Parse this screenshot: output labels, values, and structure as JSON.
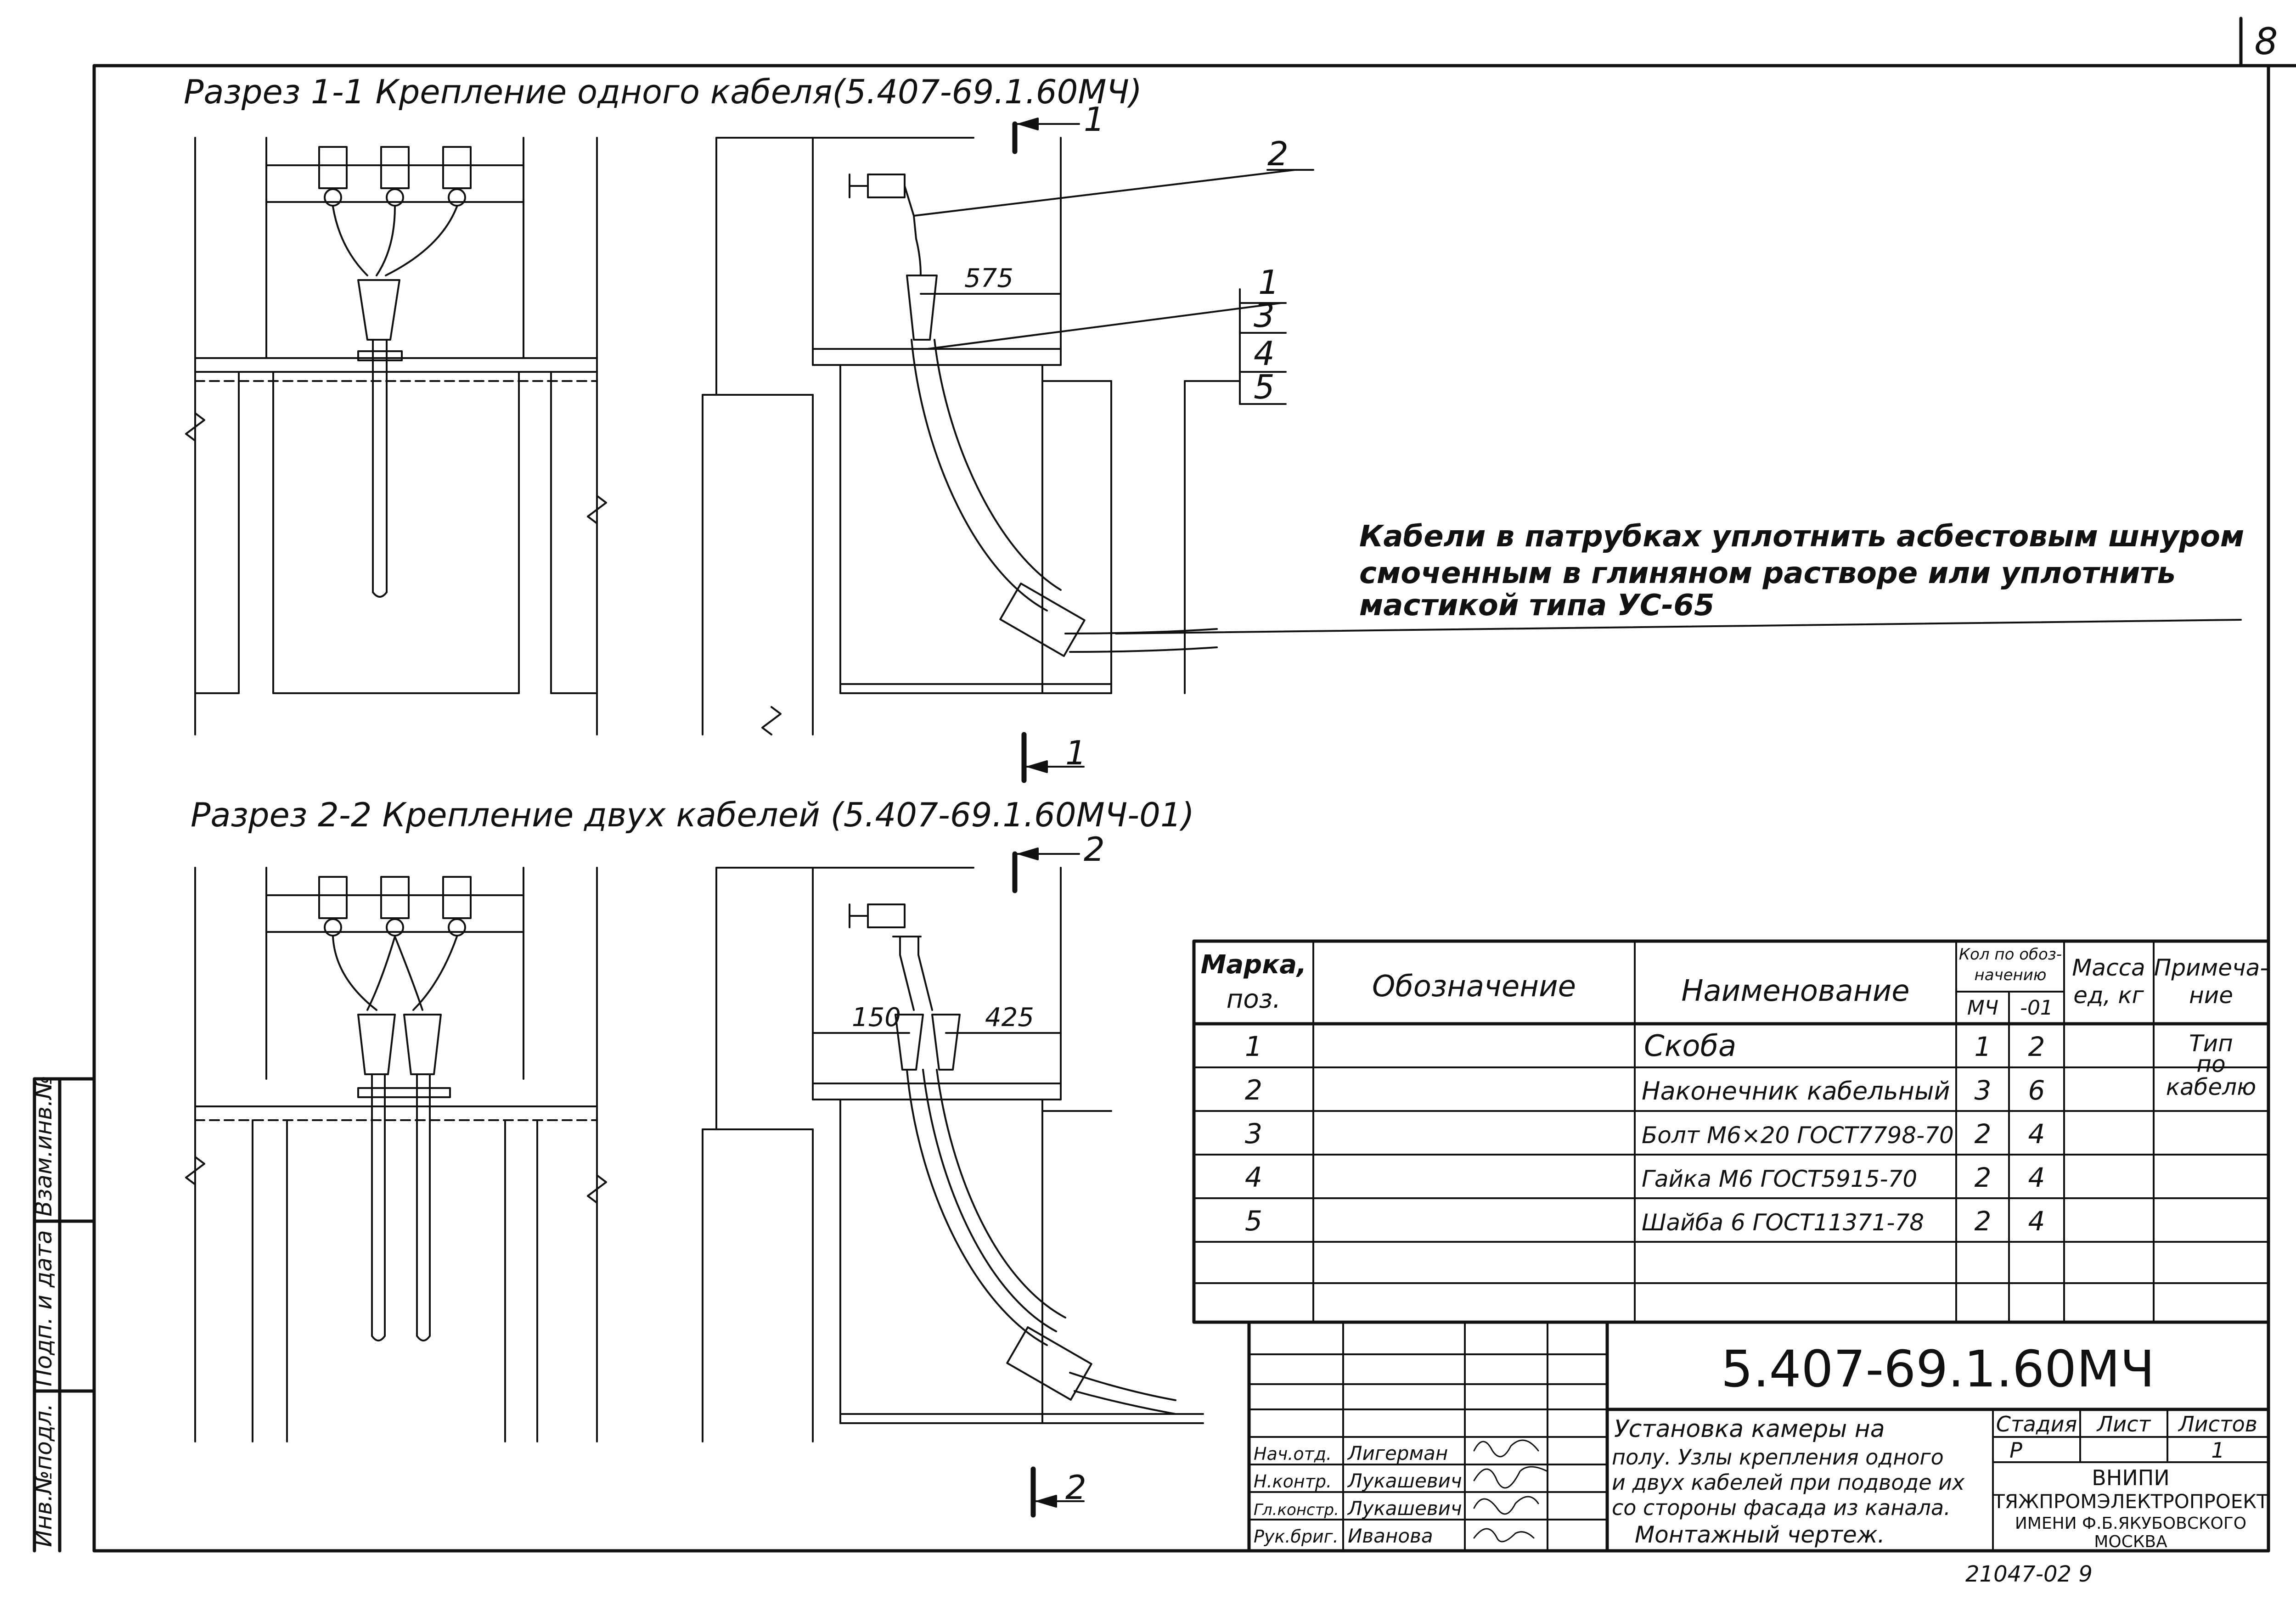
{
  "page": {
    "sheet_number": "8",
    "archive_number": "21047-02  9"
  },
  "section_1": {
    "title": "Разрез 1-1  Крепление одного кабеля(5.407-69.1.60МЧ)",
    "cut_label": "1",
    "dimension": "575",
    "callouts": [
      "2",
      "1",
      "3",
      "4",
      "5"
    ]
  },
  "section_2": {
    "title": "Разрез 2-2  Крепление двух кабелей (5.407-69.1.60МЧ-01)",
    "cut_label": "2",
    "dimension_left": "150",
    "dimension_right": "425"
  },
  "note": {
    "lines": [
      "Кабели в патрубках уплотнить асбестовым шнуром",
      "смоченным  в глиняном  растворе или уплотнить",
      "мастикой  типа УС-65"
    ]
  },
  "spec_table": {
    "headers": {
      "mark": "Марка,",
      "mark2": "поз.",
      "designation": "Обозначение",
      "name": "Наименование",
      "qty": "Кол по обоз-",
      "qty2": "начению",
      "qty_col1": "МЧ",
      "qty_col2": "-01",
      "mass": "Масса",
      "mass2": "ед, кг",
      "note": "Примеча-",
      "note2": "ние"
    },
    "rows": [
      {
        "pos": "1",
        "name": "Скоба",
        "q1": "1",
        "q2": "2"
      },
      {
        "pos": "2",
        "name": "Наконечник кабельный",
        "q1": "3",
        "q2": "6"
      },
      {
        "pos": "3",
        "name": "Болт М6×20 ГОСТ7798-70",
        "q1": "2",
        "q2": "4"
      },
      {
        "pos": "4",
        "name": "Гайка М6 ГОСТ5915-70",
        "q1": "2",
        "q2": "4"
      },
      {
        "pos": "5",
        "name": "Шайба 6 ГОСТ11371-78",
        "q1": "2",
        "q2": "4"
      }
    ],
    "note_value": [
      "Тип",
      "по",
      "кабелю"
    ]
  },
  "title_block": {
    "code": "5.407-69.1.60МЧ",
    "description": [
      "Установка камеры на",
      "полу. Узлы крепления одного",
      "и двух кабелей при подводе их",
      "со стороны фасада из канала.",
      "Монтажный чертеж."
    ],
    "stage_label": "Стадия",
    "sheet_label": "Лист",
    "sheets_label": "Листов",
    "stage_value": "Р",
    "sheets_value": "1",
    "org": [
      "ВНИПИ",
      "ТЯЖПРОМЭЛЕКТРОПРОЕКТ",
      "ИМЕНИ Ф.Б.ЯКУБОВСКОГО",
      "МОСКВА"
    ],
    "people": [
      {
        "role": "Нач.отд.",
        "name": "Лигерман"
      },
      {
        "role": "Н.контр.",
        "name": "Лукашевич"
      },
      {
        "role": "Гл.констр.",
        "name": "Лукашевич"
      },
      {
        "role": "Рук.бриг.",
        "name": "Иванова"
      }
    ]
  },
  "side_stamp": {
    "labels": [
      "Взам.инв.№",
      "Подп. и дата",
      "Инв.№подл."
    ]
  }
}
